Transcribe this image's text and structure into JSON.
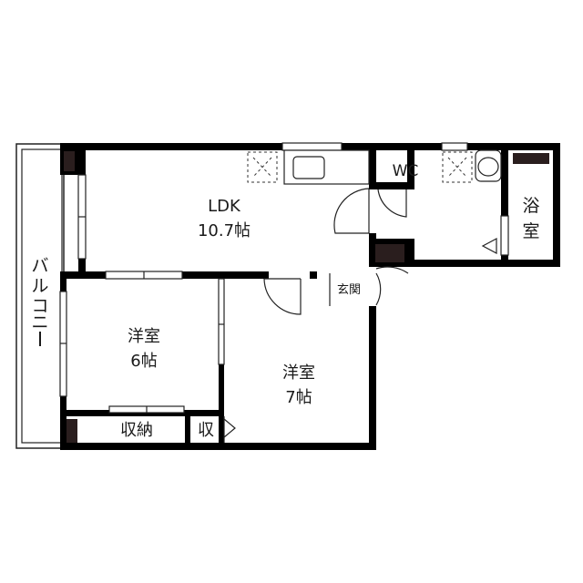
{
  "floorplan": {
    "rooms": [
      {
        "id": "ldk",
        "name": "LDK",
        "size": "10.7帖"
      },
      {
        "id": "western1",
        "name": "洋室",
        "size": "6帖"
      },
      {
        "id": "western2",
        "name": "洋室",
        "size": "7帖"
      },
      {
        "id": "wc",
        "name": "WC"
      },
      {
        "id": "bath",
        "name_line1": "浴",
        "name_line2": "室"
      },
      {
        "id": "entrance",
        "name": "玄関"
      },
      {
        "id": "closet",
        "name": "収納"
      },
      {
        "id": "closet_small",
        "name": "収"
      },
      {
        "id": "balcony",
        "name_chars": [
          "バ",
          "ル",
          "コ",
          "ニ",
          "ー"
        ]
      }
    ],
    "colors": {
      "wall": "#000000",
      "pillar": "#2a1e1e",
      "line": "#222222",
      "background": "#ffffff"
    }
  }
}
